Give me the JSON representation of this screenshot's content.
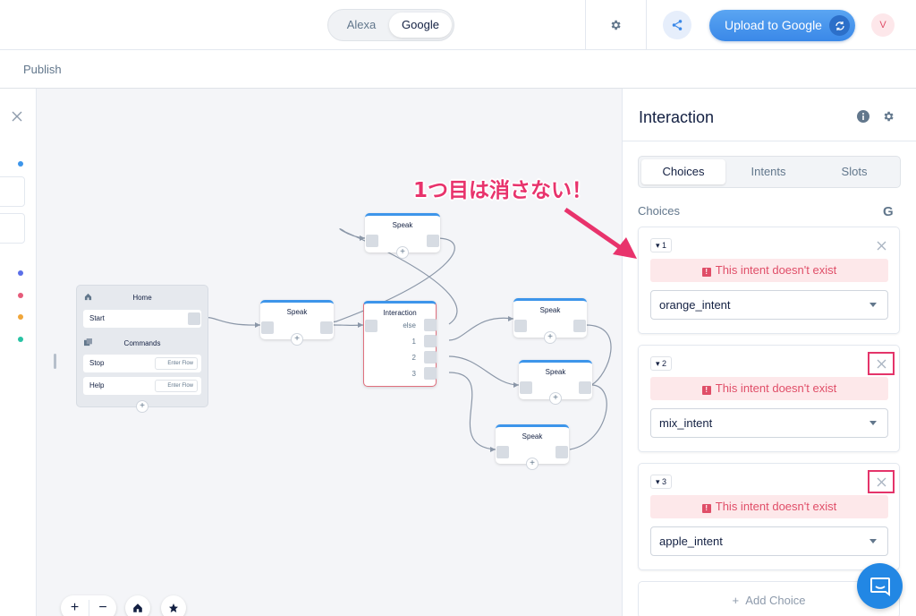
{
  "topbar": {
    "platforms": [
      "Alexa",
      "Google"
    ],
    "selected_platform": "Google",
    "upload_label": "Upload to Google",
    "avatar_letter": "V"
  },
  "subbar": {
    "publish_label": "Publish"
  },
  "canvas": {
    "home": {
      "title": "Home",
      "start_label": "Start",
      "commands_title": "Commands",
      "commands": [
        {
          "label": "Stop",
          "flow": "Enter Flow"
        },
        {
          "label": "Help",
          "flow": "Enter Flow"
        }
      ]
    },
    "blocks": {
      "speak": "Speak",
      "interaction": "Interaction"
    },
    "interaction_outputs": [
      "else",
      "1",
      "2",
      "3"
    ],
    "plus": "+",
    "zoom_in": "+",
    "zoom_out": "−"
  },
  "panel": {
    "title": "Interaction",
    "tabs": [
      "Choices",
      "Intents",
      "Slots"
    ],
    "active_tab": "Choices",
    "section_label": "Choices",
    "google_badge": "G",
    "error_text": "This intent doesn't exist",
    "choices": [
      {
        "num": "1",
        "intent": "orange_intent"
      },
      {
        "num": "2",
        "intent": "mix_intent"
      },
      {
        "num": "3",
        "intent": "apple_intent"
      }
    ],
    "add_choice": "Add Choice"
  },
  "annotation": {
    "text": "1つ目は消さない！",
    "color": "#e8336c"
  },
  "colors": {
    "accent": "#3d95ea",
    "error": "#e04e68",
    "highlight": "#e4346a"
  }
}
